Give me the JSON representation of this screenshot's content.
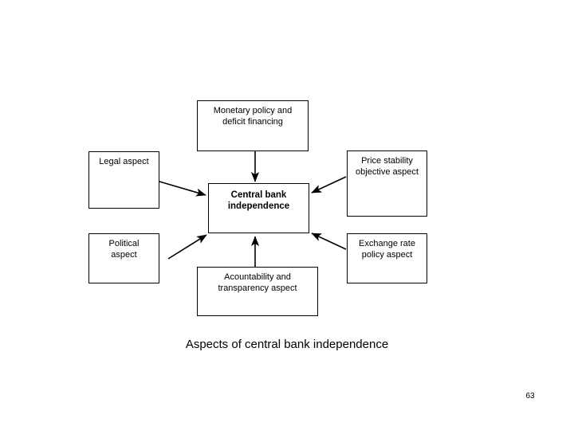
{
  "slide": {
    "caption": "Aspects of central bank independence",
    "page_number": "63",
    "background_color": "#ffffff",
    "line_color": "#000000",
    "text_color": "#000000"
  },
  "diagram": {
    "type": "hub-and-spoke",
    "center": {
      "id": "central-bank-independence",
      "label": "Central bank\nindependence",
      "bold": true
    },
    "nodes": [
      {
        "id": "monetary-policy",
        "label": "Monetary policy and\ndeficit financing",
        "position": "top"
      },
      {
        "id": "legal-aspect",
        "label": "Legal aspect",
        "position": "left-upper"
      },
      {
        "id": "price-stability",
        "label": "Price stability\nobjective aspect",
        "position": "right-upper"
      },
      {
        "id": "political-aspect",
        "label": "Political\naspect",
        "position": "left-lower"
      },
      {
        "id": "exchange-rate",
        "label": "Exchange rate\npolicy aspect",
        "position": "right-lower"
      },
      {
        "id": "accountability",
        "label": "Acountability and\ntransparency aspect",
        "position": "bottom"
      }
    ],
    "connections": [
      {
        "from": "monetary-policy",
        "to": "central-bank-independence",
        "arrow": "down"
      },
      {
        "from": "legal-aspect",
        "to": "central-bank-independence",
        "arrow": "down-right"
      },
      {
        "from": "price-stability",
        "to": "central-bank-independence",
        "arrow": "down-left"
      },
      {
        "from": "political-aspect",
        "to": "central-bank-independence",
        "arrow": "up-right"
      },
      {
        "from": "exchange-rate",
        "to": "central-bank-independence",
        "arrow": "up-left"
      },
      {
        "from": "accountability",
        "to": "central-bank-independence",
        "arrow": "up"
      }
    ]
  }
}
